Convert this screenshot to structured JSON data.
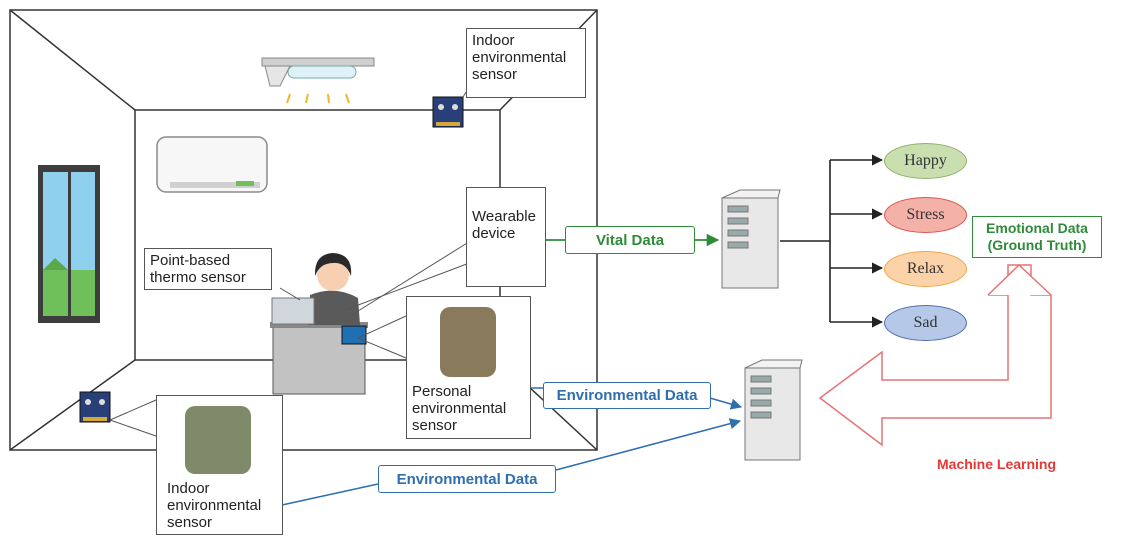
{
  "labels": {
    "indoor_sensor_top": "Indoor\nenvironmental\nsensor",
    "wearable": "Wearable\ndevice",
    "point_thermo": "Point-based\nthermo sensor",
    "personal_sensor": "Personal\nenvironmental\nsensor",
    "indoor_sensor_bottom": "Indoor\nenvironmental\nsensor"
  },
  "flows": {
    "vital": "Vital Data",
    "env_upper": "Environmental Data",
    "env_lower": "Environmental Data",
    "machine_learning": "Machine Learning"
  },
  "ground_truth": {
    "line1": "Emotional Data",
    "line2": "(Ground Truth)"
  },
  "emotions": [
    {
      "label": "Happy",
      "fill": "#c9dfb0",
      "stroke": "#8fb36a"
    },
    {
      "label": "Stress",
      "fill": "#f4b1a8",
      "stroke": "#d9534f"
    },
    {
      "label": "Relax",
      "fill": "#fcd3a8",
      "stroke": "#f0a64a"
    },
    {
      "label": "Sad",
      "fill": "#b5c8e8",
      "stroke": "#4e6fa8"
    }
  ],
  "colors": {
    "vital": "#2e8b3a",
    "environmental": "#2f6fae",
    "machine_learning": "#e53935"
  }
}
